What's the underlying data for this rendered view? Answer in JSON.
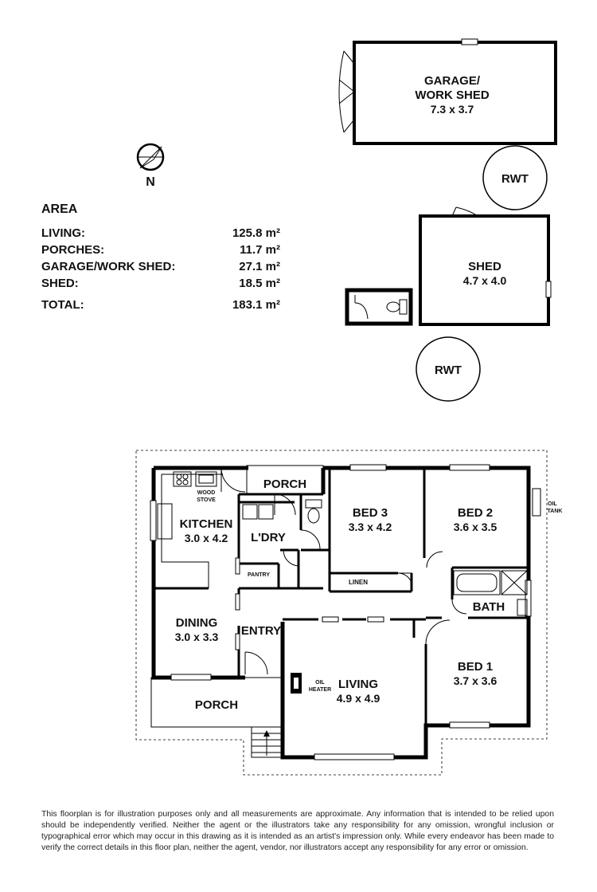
{
  "compass": {
    "label": "N"
  },
  "area": {
    "title": "AREA",
    "rows": [
      {
        "label": "LIVING:",
        "value": "125.8 m²"
      },
      {
        "label": "PORCHES:",
        "value": "11.7 m²"
      },
      {
        "label": "GARAGE/WORK SHED:",
        "value": "27.1 m²"
      },
      {
        "label": "SHED:",
        "value": "18.5 m²"
      }
    ],
    "total": {
      "label": "TOTAL:",
      "value": "183.1 m²"
    }
  },
  "outbuildings": {
    "garage": {
      "name_line1": "GARAGE/",
      "name_line2": "WORK SHED",
      "dims": "7.3 x 3.7"
    },
    "rwt_top": "RWT",
    "shed": {
      "name": "SHED",
      "dims": "4.7 x 4.0"
    },
    "rwt_bottom": "RWT"
  },
  "rooms": {
    "porch_top": {
      "name": "PORCH"
    },
    "kitchen": {
      "name": "KITCHEN",
      "dims": "3.0 x 4.2"
    },
    "wood_stove": {
      "line1": "WOOD",
      "line2": "STOVE"
    },
    "laundry": {
      "name": "L'DRY"
    },
    "pantry": {
      "name": "PANTRY"
    },
    "bed3": {
      "name": "BED 3",
      "dims": "3.3 x 4.2"
    },
    "bed2": {
      "name": "BED 2",
      "dims": "3.6 x 3.5"
    },
    "oil_tank": {
      "line1": "OIL",
      "line2": "TANK"
    },
    "linen": {
      "name": "LINEN"
    },
    "bath": {
      "name": "BATH"
    },
    "dining": {
      "name": "DINING",
      "dims": "3.0 x 3.3"
    },
    "entry": {
      "name": "ENTRY"
    },
    "living": {
      "name": "LIVING",
      "dims": "4.9 x 4.9"
    },
    "oil_heater": {
      "line1": "OIL",
      "line2": "HEATER"
    },
    "bed1": {
      "name": "BED 1",
      "dims": "3.7 x 3.6"
    },
    "porch_bottom": {
      "name": "PORCH"
    }
  },
  "disclaimer": "This floorplan is for illustration purposes only and all measurements are approximate. Any information that is intended to be relied upon should be independently verified. Neither the agent or the illustrators take any responsibility for any omission, wrongful inclusion or typographical error which may occur in this drawing as it is intended as an artist's impression only. While every endeavor has been made to verify the correct details in this floor plan, neither the agent, vendor, nor illustrators accept any responsibility for any error or omission."
}
